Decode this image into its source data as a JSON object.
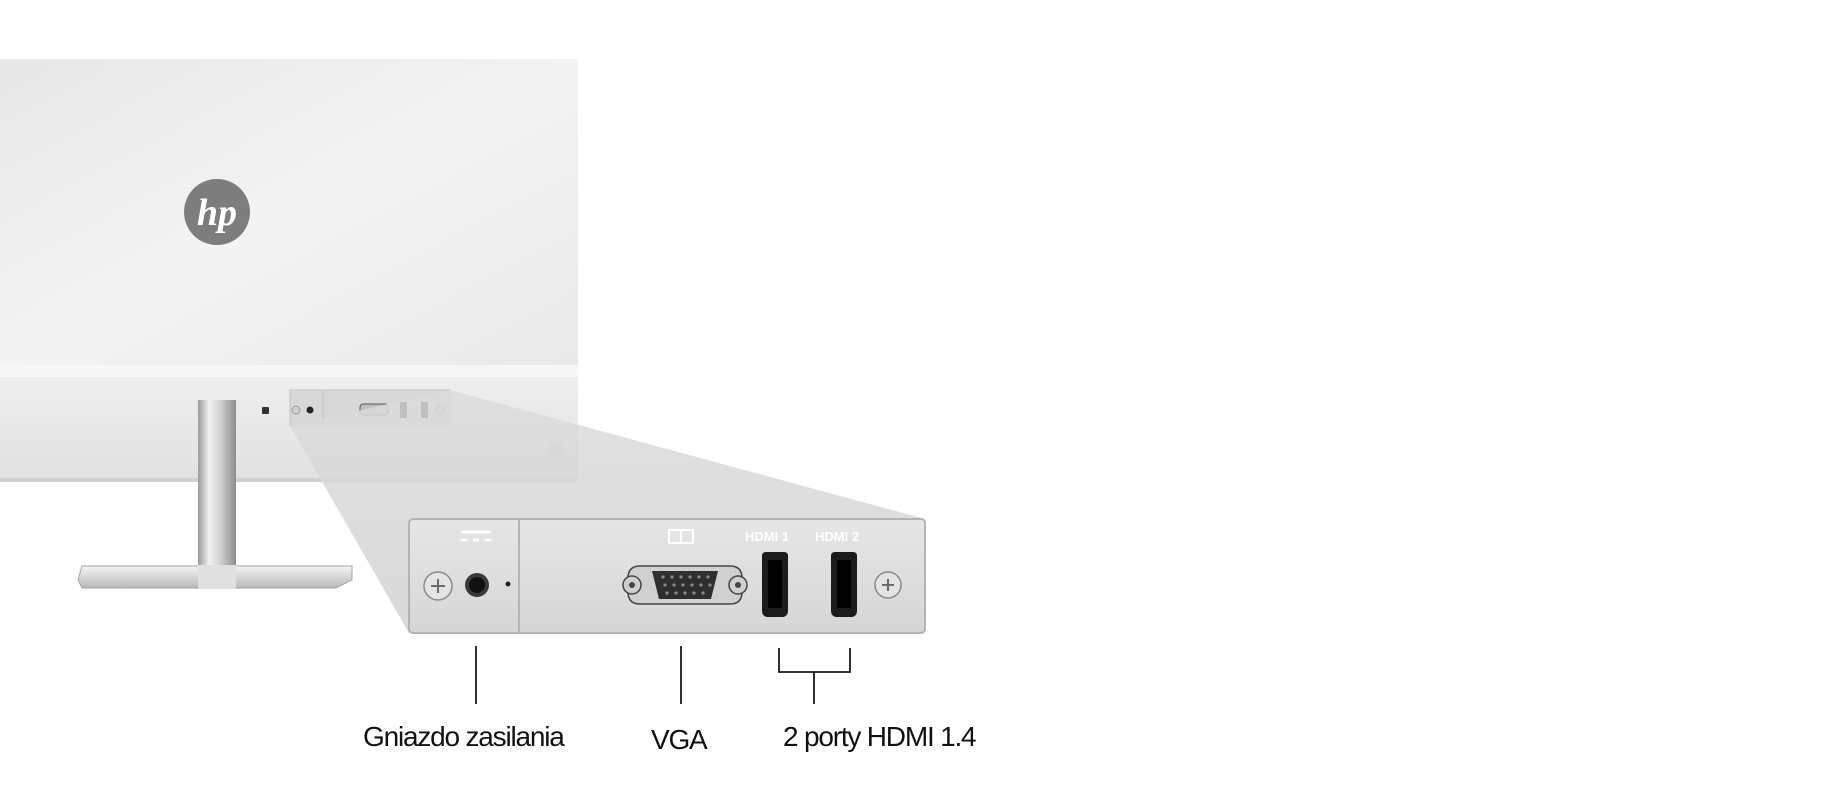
{
  "brand": {
    "logo_text": "hp"
  },
  "port_panel": {
    "icons": [
      "power-dc-symbol-icon",
      "vga-symbol-icon",
      "screw-icon",
      "power-jack-icon",
      "vga-connector-icon",
      "hdmi-port-icon"
    ],
    "hdmi_markings": [
      "HDMI 1",
      "HDMI 2"
    ]
  },
  "callouts": {
    "power": "Gniazdo zasilania",
    "vga": "VGA",
    "hdmi": "2 porty HDMI 1.4"
  },
  "colors": {
    "background": "#ffffff",
    "monitor_shell": "#ececec",
    "panel": "#dedede",
    "logo": "#7d7d7d",
    "text": "#111111"
  }
}
